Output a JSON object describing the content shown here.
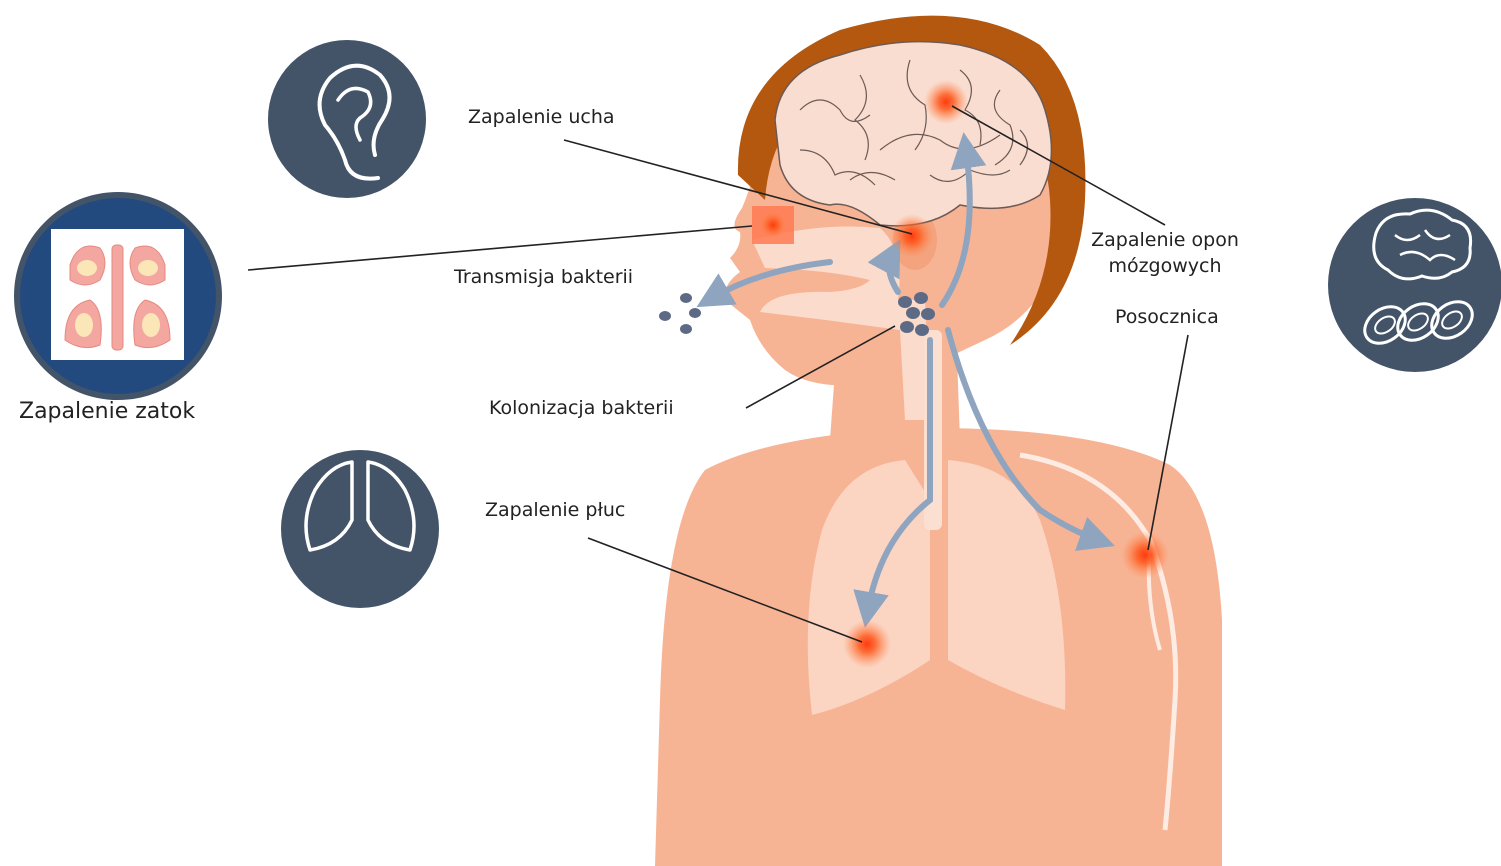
{
  "labels": {
    "ear": "Zapalenie ucha",
    "transmission": "Transmisja bakterii",
    "colonization": "Kolonizacja bakterii",
    "pneumonia": "Zapalenie płuc",
    "meningitis_line1": "Zapalenie opon",
    "meningitis_line2": "mózgowych",
    "sepsis": "Posocznica",
    "sinusitis": "Zapalenie zatok"
  },
  "icons": {
    "ear": "ear-icon",
    "sinus": "sinus-icon",
    "lungs": "lungs-icon",
    "brain_blood": "brain-blood-cells-icon"
  },
  "colors": {
    "icon_circle": "#435469",
    "sinus_circle": "#234a7f",
    "skin": "#f6b89a",
    "hair": "#b4580f",
    "arrow": "#8ea4bf",
    "infection": "#ff5a1e"
  }
}
